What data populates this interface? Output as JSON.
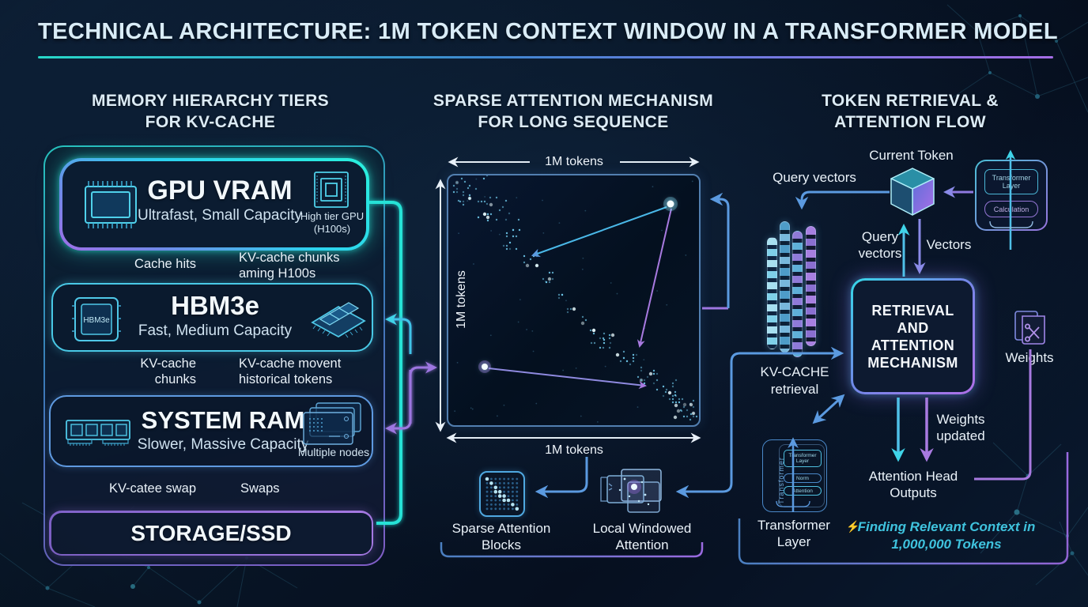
{
  "title": "TECHNICAL ARCHITECTURE: 1M TOKEN CONTEXT WINDOW IN A TRANSFORMER MODEL",
  "colors": {
    "accent_cyan": "#2fe0d6",
    "accent_blue": "#5b9ae0",
    "accent_purple": "#9d76e0",
    "background": "#081627"
  },
  "memory": {
    "heading": [
      "MEMORY HIERARCHY TIERS",
      "FOR KV-CACHE"
    ],
    "gpu": {
      "name": "GPU VRAM",
      "desc": "Ultrafast, Small Capacity",
      "side": [
        "High tier GPU",
        "(H100s)"
      ]
    },
    "hbm": {
      "name": "HBM3e",
      "desc": "Fast, Medium Capacity",
      "chip": "HBM3e"
    },
    "ram": {
      "name": "SYSTEM RAM",
      "desc": "Slower, Massive Capacity",
      "side": "Multiple nodes"
    },
    "ssd": {
      "name": "STORAGE/SSD"
    },
    "flow1": {
      "down": "Cache hits",
      "up": [
        "KV-cache chunks",
        "aming H100s"
      ]
    },
    "flow2": {
      "down": [
        "KV-cache",
        "chunks"
      ],
      "up": [
        "KV-cache movent",
        "historical tokens"
      ]
    },
    "flow3": {
      "down": "KV-catee swap",
      "up": "Swaps"
    }
  },
  "attention": {
    "heading": [
      "SPARSE ATTENTION MECHANISM",
      "FOR LONG SEQUENCE"
    ],
    "axis_top": "1M tokens",
    "axis_left": "1M tokens",
    "axis_bottom": "1M tokens",
    "legend_sparse": [
      "Sparse Attention",
      "Blocks"
    ],
    "legend_local": [
      "Local Windowed",
      "Attention"
    ]
  },
  "retrieval": {
    "heading": [
      "TOKEN RETRIEVAL &",
      "ATTENTION FLOW"
    ],
    "current_token": "Current Token",
    "query_vectors_top": "Query vectors",
    "query_vectors_mid": [
      "Query",
      "vectors"
    ],
    "vectors": "Vectors",
    "layer_box": {
      "top": "Transformer Layer",
      "bottom": "Calculation"
    },
    "main_box": [
      "RETRIEVAL",
      "AND",
      "ATTENTION",
      "MECHANISM"
    ],
    "kv_retrieval": [
      "KV-CACHE",
      "retrieval"
    ],
    "weights": "Weights",
    "weights_updated": [
      "Weights",
      "updated"
    ],
    "attention_head_outputs": [
      "Attention Head",
      "Outputs"
    ],
    "transformer": {
      "vertical": "Transformer",
      "chips": [
        "Transformer Layer",
        "Norm",
        "Attention"
      ],
      "label": [
        "Transformer",
        "Layer"
      ]
    },
    "note": [
      "Finding Relevant Context in",
      "1,000,000 Tokens"
    ]
  }
}
